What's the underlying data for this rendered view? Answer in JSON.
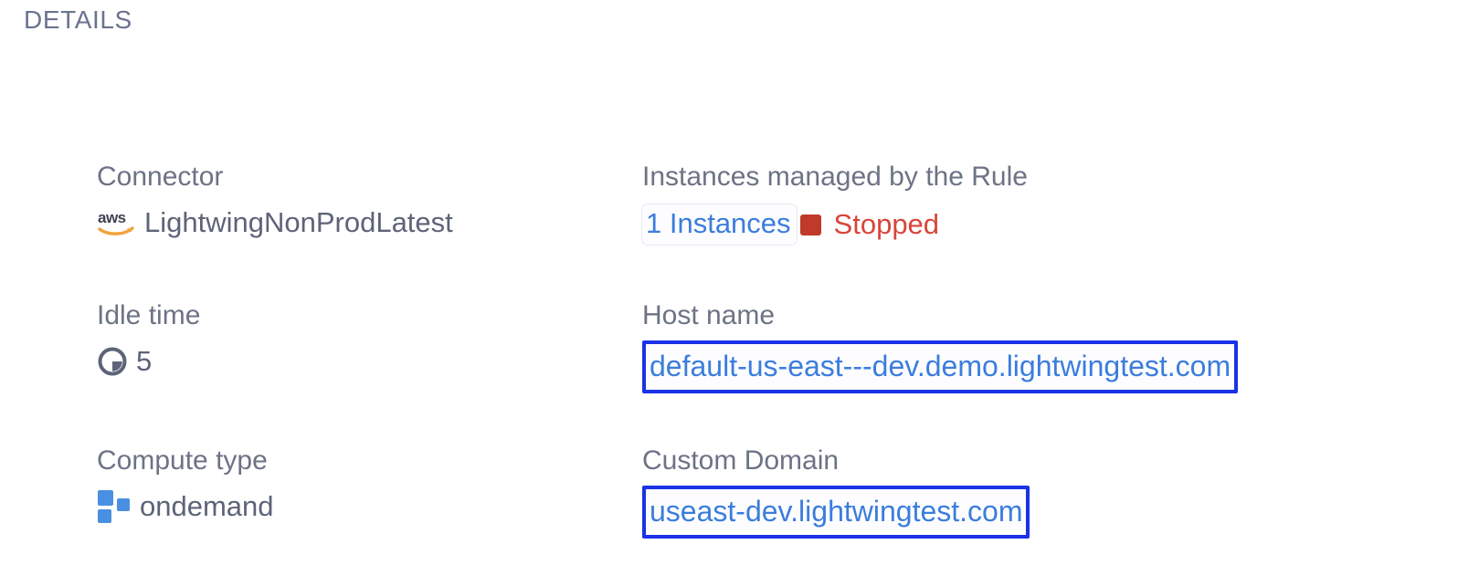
{
  "section": {
    "title": "DETAILS"
  },
  "colors": {
    "label": "#6c7385",
    "value": "#5d6478",
    "link": "#3b7ddd",
    "highlight_border": "#1a32e8",
    "status_red": "#d8453a",
    "status_square": "#c0392b",
    "compute_blue": "#4a90e2",
    "aws_orange": "#f2a33c",
    "aws_dark": "#3c4352"
  },
  "fields": {
    "connector": {
      "label": "Connector",
      "value": "LightwingNonProdLatest",
      "icon": "aws-icon"
    },
    "instances": {
      "label": "Instances managed by the Rule",
      "count_link": "1 Instances",
      "status": "Stopped",
      "status_icon": "stopped-square-icon"
    },
    "idle_time": {
      "label": "Idle time",
      "value": "5",
      "icon": "clock-icon"
    },
    "host_name": {
      "label": "Host name",
      "value": "default-us-east---dev.demo.lightwingtest.com"
    },
    "compute_type": {
      "label": "Compute type",
      "value": "ondemand",
      "icon": "compute-blocks-icon"
    },
    "custom_domain": {
      "label": "Custom Domain",
      "value": "useast-dev.lightwingtest.com"
    }
  }
}
